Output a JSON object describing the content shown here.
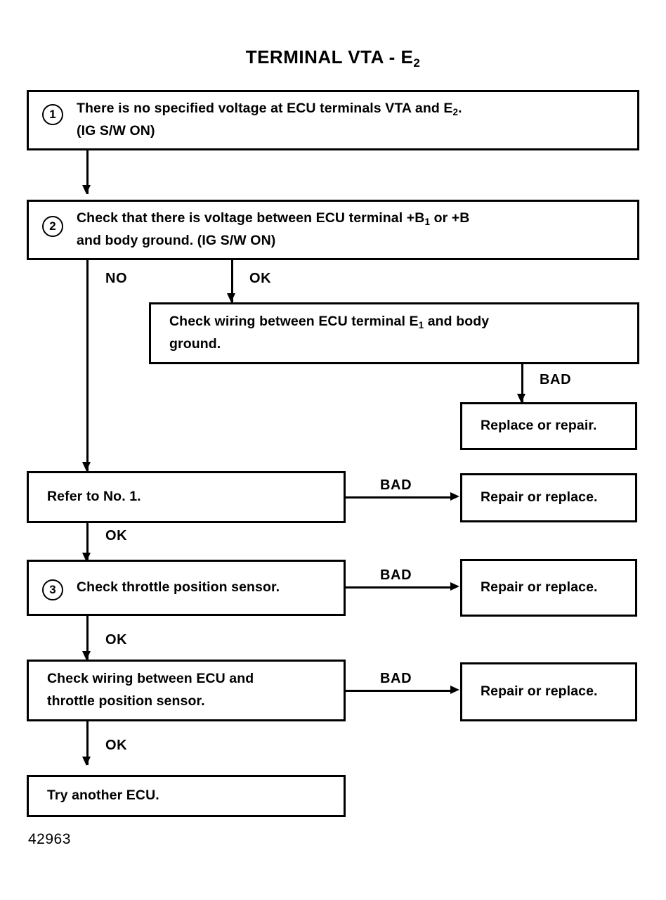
{
  "title": {
    "main": "TERMINAL VTA - E",
    "subscript": "2"
  },
  "figure_number": "42963",
  "nodes": {
    "n1": {
      "number": "1",
      "line1_a": "There is no specified voltage at ECU terminals VTA and E",
      "line1_sub": "2",
      "line1_b": ".",
      "line2": "(IG S/W ON)"
    },
    "n2": {
      "number": "2",
      "line1_a": "Check that there is voltage between ECU terminal +B",
      "line1_sub": "1",
      "line1_b": "  or +B",
      "line2": "and body ground. (IG S/W ON)"
    },
    "n3": {
      "line1_a": "Check wiring between ECU terminal E",
      "line1_sub": "1",
      "line1_b": "  and body",
      "line2": "ground."
    },
    "n4": {
      "line1": "Replace or repair."
    },
    "n5": {
      "line1": "Refer to No. 1."
    },
    "n6": {
      "line1": "Repair or replace."
    },
    "n7": {
      "number": "3",
      "line1": "Check throttle position sensor."
    },
    "n8": {
      "line1": "Repair or replace."
    },
    "n9": {
      "line1": "Check wiring between ECU and",
      "line2": "throttle position sensor."
    },
    "n10": {
      "line1": "Repair or replace."
    },
    "n11": {
      "line1": "Try another ECU."
    }
  },
  "edges": {
    "e_no": "NO",
    "e_ok_1": "OK",
    "e_bad_1": "BAD",
    "e_bad_2": "BAD",
    "e_ok_2": "OK",
    "e_bad_3": "BAD",
    "e_ok_3": "OK",
    "e_bad_4": "BAD",
    "e_ok_4": "OK"
  }
}
